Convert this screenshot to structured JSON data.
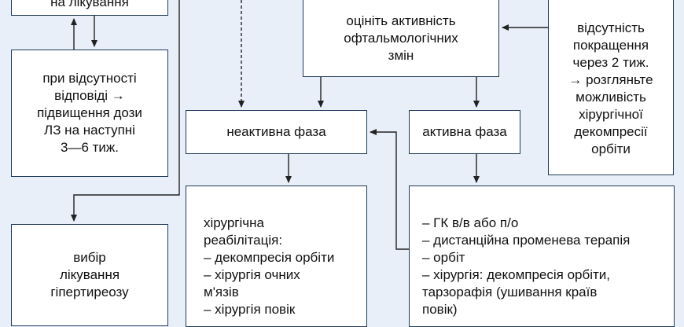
{
  "boxes": {
    "top_left": "на лікування",
    "no_response": "при відсутності\nвідповіді →\nпідвищення дози\nЛЗ на наступні\n3—6 тиж.",
    "choose_treatment": "вибір\nлікування\nгіпертиреозу",
    "assess_activity": "оцініть активність\nофтальмологічних\nзмін",
    "no_improvement": "відсутність\nпокращення\nчерез 2 тиж.\n→ розгляньте\nможливість\nхірургічної\nдекомпресії\nорбіти",
    "inactive_phase": "неактивна фаза",
    "active_phase": "активна фаза",
    "inactive_rehab": "хірургічна\nреабілітація:\n– декомпресія орбіти\n– хірургія очних\n   м'язів\n– хірургія повік",
    "active_treatment": "– ГК в/в або п/о\n– дистанційна променева терапія\n– орбіт\n– хірургія: декомпресія орбіти,\n   тарзорафія (ушивання країв\n   повік)"
  },
  "colors": {
    "background": "#e8eff8",
    "box_border": "#1f3a5a",
    "arrow": "#222222"
  }
}
